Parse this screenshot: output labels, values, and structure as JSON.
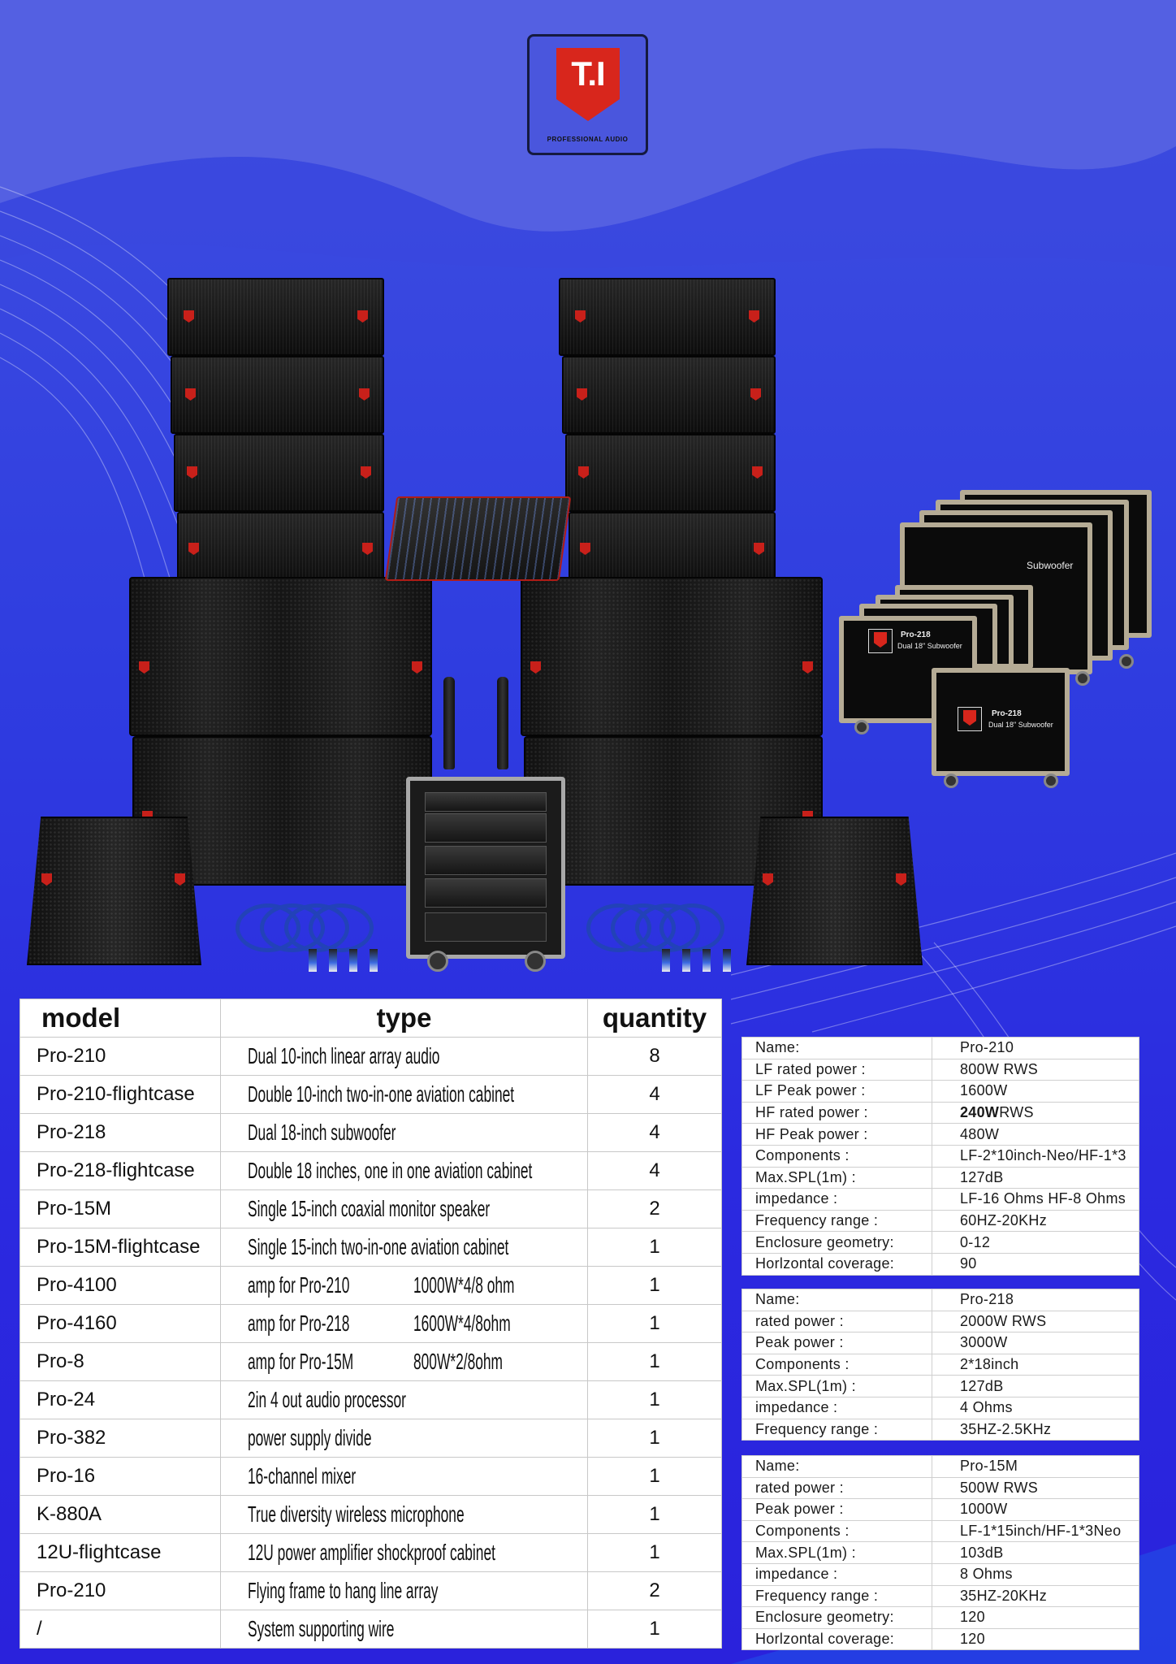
{
  "brand": {
    "logo_text": "T.I",
    "logo_subtitle": "PROFESSIONAL AUDIO",
    "accent_color": "#d8261c",
    "background_color": "#2b2ae0"
  },
  "flight_case_labels": {
    "model": "Pro-218",
    "description": "Dual 18\" Subwoofer",
    "partial_back": "Subwoofer"
  },
  "package_table": {
    "headers": {
      "model": "model",
      "type": "type",
      "quantity": "quantity"
    },
    "rows": [
      {
        "model": "Pro-210",
        "type": "Dual 10-inch linear array audio",
        "quantity": "8"
      },
      {
        "model": "Pro-210-flightcase",
        "type": "Double 10-inch two-in-one aviation cabinet",
        "quantity": "4"
      },
      {
        "model": "Pro-218",
        "type": "Dual 18-inch subwoofer",
        "quantity": "4"
      },
      {
        "model": "Pro-218-flightcase",
        "type": "Double 18 inches, one in one aviation cabinet",
        "quantity": "4"
      },
      {
        "model": "Pro-15M",
        "type": "Single 15-inch coaxial monitor speaker",
        "quantity": "2"
      },
      {
        "model": "Pro-15M-flightcase",
        "type": "Single 15-inch two-in-one aviation cabinet",
        "quantity": "1"
      },
      {
        "model": "Pro-4100",
        "type": "amp for Pro-210",
        "type_spec": "1000W*4/8 ohm",
        "quantity": "1"
      },
      {
        "model": "Pro-4160",
        "type": "amp for Pro-218",
        "type_spec": "1600W*4/8ohm",
        "quantity": "1"
      },
      {
        "model": "Pro-8",
        "type": "amp for Pro-15M",
        "type_spec": "800W*2/8ohm",
        "quantity": "1"
      },
      {
        "model": "Pro-24",
        "type": "2in 4 out audio processor",
        "quantity": "1"
      },
      {
        "model": "Pro-382",
        "type": "power supply divide",
        "quantity": "1"
      },
      {
        "model": "Pro-16",
        "type": "16-channel mixer",
        "quantity": "1"
      },
      {
        "model": "K-880A",
        "type": "True diversity wireless microphone",
        "quantity": "1"
      },
      {
        "model": "12U-flightcase",
        "type": "12U power amplifier shockproof cabinet",
        "quantity": "1"
      },
      {
        "model": "Pro-210",
        "type": "Flying frame  to hang line array",
        "quantity": "2"
      },
      {
        "model": "/",
        "type": "System supporting wire",
        "quantity": "1"
      }
    ]
  },
  "specs": {
    "pro210": [
      {
        "k": "Name:",
        "v": "Pro-210"
      },
      {
        "k": "LF rated power :",
        "v": "800W RWS"
      },
      {
        "k": "LF Peak power :",
        "v": "1600W"
      },
      {
        "k": "HF rated power :",
        "v_bold": "240W",
        "v": "RWS"
      },
      {
        "k": "HF Peak power :",
        "v": "480W"
      },
      {
        "k": "Components :",
        "v": "LF-2*10inch-Neo/HF-1*3"
      },
      {
        "k": "Max.SPL(1m) :",
        "v": "127dB"
      },
      {
        "k": "impedance :",
        "v": "LF-16 Ohms HF-8 Ohms"
      },
      {
        "k": "Frequency range :",
        "v": "60HZ-20KHz"
      },
      {
        "k": "Enclosure geometry:",
        "v": "0-12"
      },
      {
        "k": "Horlzontal coverage:",
        "v": "90"
      }
    ],
    "pro218": [
      {
        "k": "Name:",
        "v": "Pro-218"
      },
      {
        "k": "rated power :",
        "v": "2000W RWS"
      },
      {
        "k": "Peak power :",
        "v": "3000W"
      },
      {
        "k": "Components :",
        "v": "2*18inch"
      },
      {
        "k": "Max.SPL(1m) :",
        "v": "127dB"
      },
      {
        "k": "impedance :",
        "v": "4 Ohms"
      },
      {
        "k": "Frequency range :",
        "v": "35HZ-2.5KHz"
      }
    ],
    "pro15m": [
      {
        "k": "Name:",
        "v": "Pro-15M"
      },
      {
        "k": "rated power :",
        "v": "500W RWS"
      },
      {
        "k": "Peak power :",
        "v": "1000W"
      },
      {
        "k": "Components :",
        "v": "LF-1*15inch/HF-1*3Neo"
      },
      {
        "k": "Max.SPL(1m) :",
        "v": "103dB"
      },
      {
        "k": "impedance :",
        "v": "8 Ohms"
      },
      {
        "k": "Frequency range :",
        "v": "35HZ-20KHz"
      },
      {
        "k": "Enclosure geometry:",
        "v": "120"
      },
      {
        "k": "Horlzontal coverage:",
        "v": "120"
      }
    ]
  }
}
